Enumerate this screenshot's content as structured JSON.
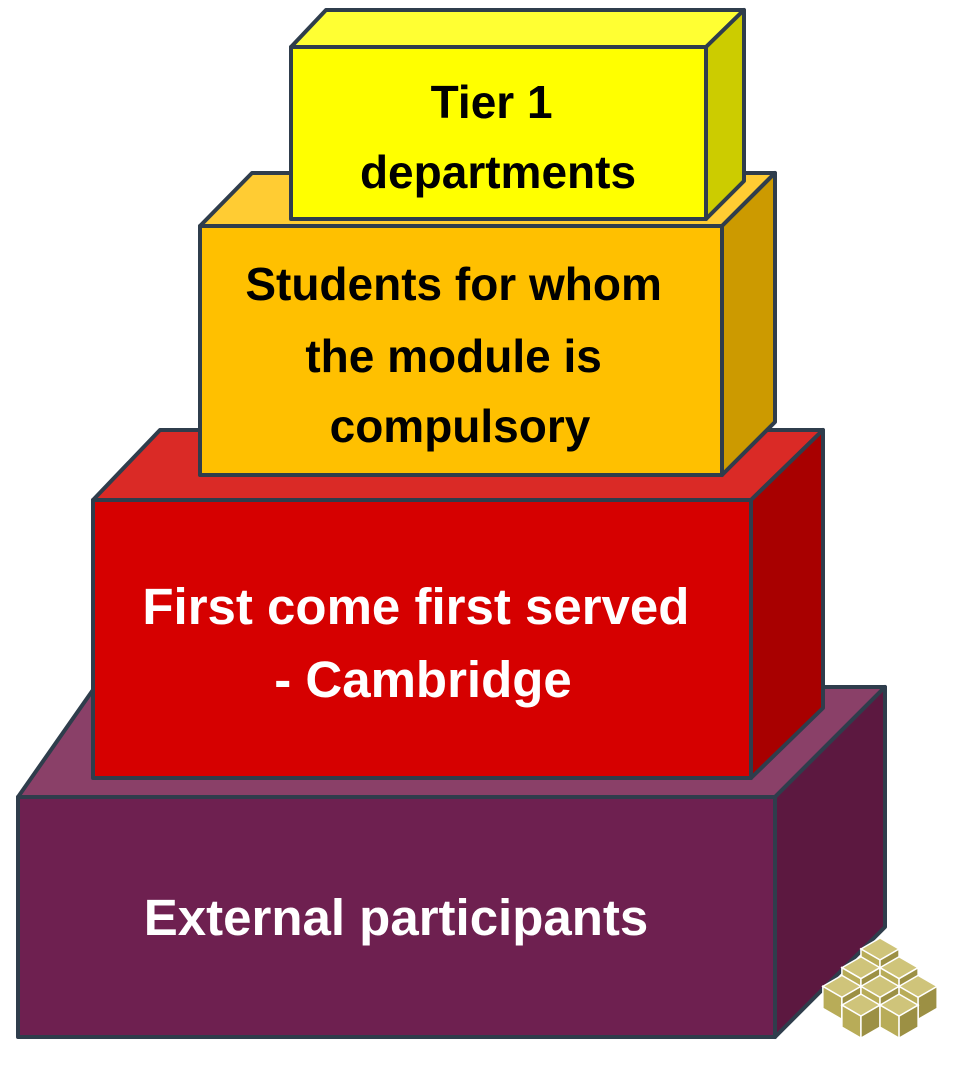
{
  "diagram": {
    "tiers": [
      {
        "id": "tier-1",
        "lines": [
          "Tier 1",
          "departments"
        ],
        "colors": {
          "front": "#ffff00",
          "top": "#ffff33",
          "side": "#cccc00",
          "text": "#000000"
        }
      },
      {
        "id": "tier-2",
        "lines": [
          "Students for whom",
          "the module is",
          "compulsory"
        ],
        "colors": {
          "front": "#ffc000",
          "top": "#ffcc33",
          "side": "#cc9a00",
          "text": "#000000"
        }
      },
      {
        "id": "tier-3",
        "lines": [
          "First come first served",
          "- Cambridge"
        ],
        "colors": {
          "front": "#d60000",
          "top": "#da2a26",
          "side": "#a80000",
          "text": "#ffffff"
        }
      },
      {
        "id": "tier-4",
        "lines": [
          "External participants"
        ],
        "colors": {
          "front": "#6e2050",
          "top": "#8a4068",
          "side": "#5c1840",
          "text": "#ffffff"
        }
      }
    ],
    "logo": {
      "icon": "stacked-cubes-logo",
      "color": "#b8ac58"
    }
  }
}
